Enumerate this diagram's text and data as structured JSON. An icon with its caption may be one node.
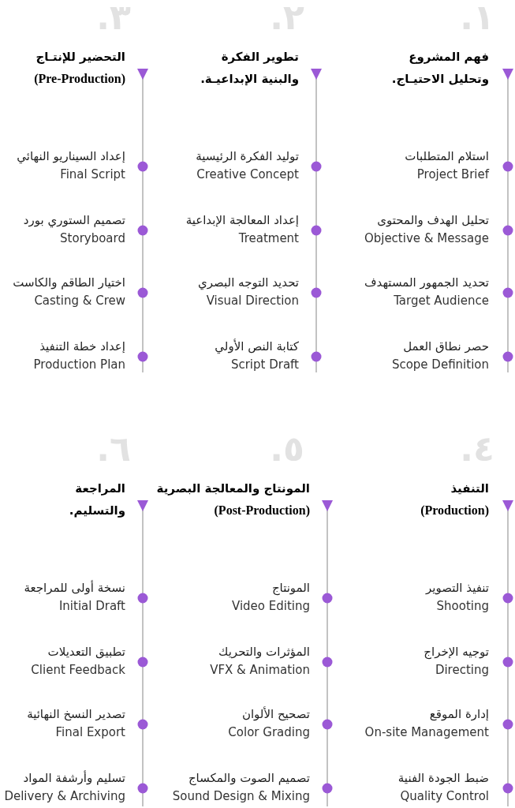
{
  "diagram": {
    "nodes": [
      {
        "text": [
          "فهم المشروع وتحليل الاحتيـاج."
        ]
      },
      {
        "text": [
          "استلام المتطلبات",
          "Project Brief"
        ]
      },
      {
        "text": [
          "تحليل الهدف والمحتوى",
          "Objective & Message"
        ]
      },
      {
        "text": [
          "تحديد الجمهور المستهدف",
          "Target Audience"
        ]
      },
      {
        "text": [
          "حصر نطاق العمل",
          "Scope Definition"
        ]
      },
      {
        "text": [
          "تطوير الفكرة والبنية الإبداعيـة."
        ]
      },
      {
        "text": [
          "توليد الفكرة الرئيسية",
          "Creative Concept"
        ]
      },
      {
        "text": [
          "إعداد المعالجة الإبداعية",
          "Treatment"
        ]
      },
      {
        "text": [
          "تحديد التوجه البصري",
          "Visual Direction"
        ]
      },
      {
        "text": [
          "كتابة النص الأولي",
          "Script Draft"
        ]
      },
      {
        "text": [
          "التحضير للإنتـاج",
          "(Pre-Production)"
        ]
      },
      {
        "text": [
          "إعداد السيناريو النهائي",
          "Final Script"
        ]
      },
      {
        "text": [
          "تصميم الستوري بورد",
          "Storyboard"
        ]
      },
      {
        "text": [
          "اختيار الطاقم والكاست",
          "Casting & Crew"
        ]
      },
      {
        "text": [
          "إعداد خطة التنفيذ",
          "Production Plan"
        ]
      },
      {
        "text": [
          "التنفيذ",
          "(Production)"
        ]
      },
      {
        "text": [
          "تنفيذ التصوير",
          "Shooting"
        ]
      },
      {
        "text": [
          "توجيه الإخراج",
          "Directing"
        ]
      },
      {
        "text": [
          "إدارة الموقع",
          "On-site Management"
        ]
      },
      {
        "text": [
          "ضبط الجودة الفنية",
          "Quality Control"
        ]
      },
      {
        "text": [
          "المونتاج والمعالجة البصرية",
          "(Post-Production)"
        ]
      },
      {
        "text": [
          "المونتاج",
          "Video Editing"
        ]
      },
      {
        "text": [
          "المؤثرات والتحريك",
          "VFX & Animation"
        ]
      },
      {
        "text": [
          "تصحيح الألوان",
          "Color Grading"
        ]
      },
      {
        "text": [
          "تصميم الصوت والمكساج",
          "Sound Design & Mixing"
        ]
      },
      {
        "text": [
          "المراجعة والتسليم."
        ]
      },
      {
        "text": [
          "نسخة أولى للمراجعة",
          "Initial Draft"
        ]
      },
      {
        "text": [
          "تطبيق التعديلات",
          "Client Feedback"
        ]
      },
      {
        "text": [
          "تصدير النسخ النهائية",
          "Final Export"
        ]
      },
      {
        "text": [
          "تسليم وأرشفة المواد",
          "Delivery & Archiving"
        ]
      }
    ],
    "labels": [
      "١.",
      "٢.",
      "٣.",
      "٤.",
      "٥.",
      "٦."
    ]
  }
}
